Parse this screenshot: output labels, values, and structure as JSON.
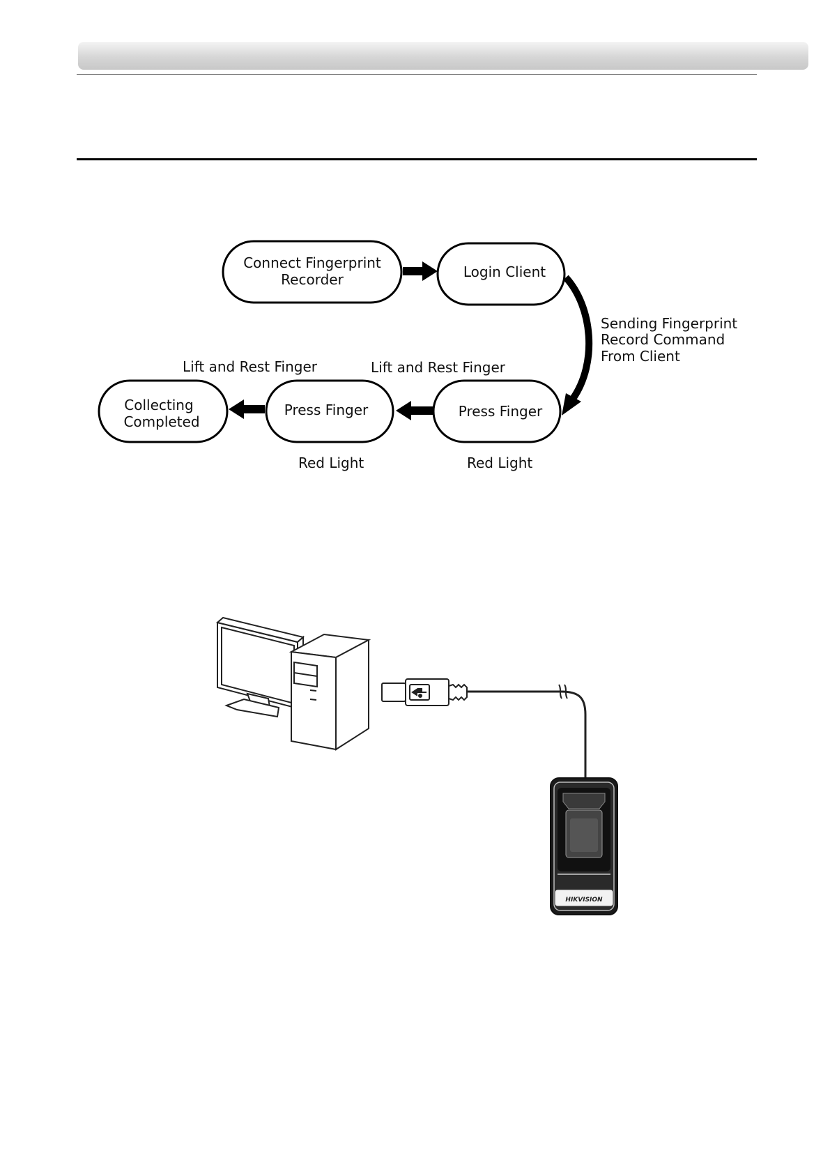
{
  "flowchart": {
    "nodes": {
      "connect": {
        "line1": "Connect Fingerprint",
        "line2": "Recorder"
      },
      "login": {
        "label": "Login Client"
      },
      "press_first": {
        "label": "Press Finger"
      },
      "press_second": {
        "label": "Press Finger"
      },
      "completed": {
        "line1": "Collecting",
        "line2": "Completed"
      }
    },
    "annotations": {
      "send_command_line1": "Sending Fingerprint",
      "send_command_line2": "Record Command",
      "send_command_line3": "From Client",
      "lift_rest_right": "Lift and Rest Finger",
      "lift_rest_left": "Lift and Rest Finger",
      "red_light_right": "Red Light",
      "red_light_left": "Red Light"
    }
  },
  "illustration": {
    "device_brand": "HIKVISION"
  }
}
